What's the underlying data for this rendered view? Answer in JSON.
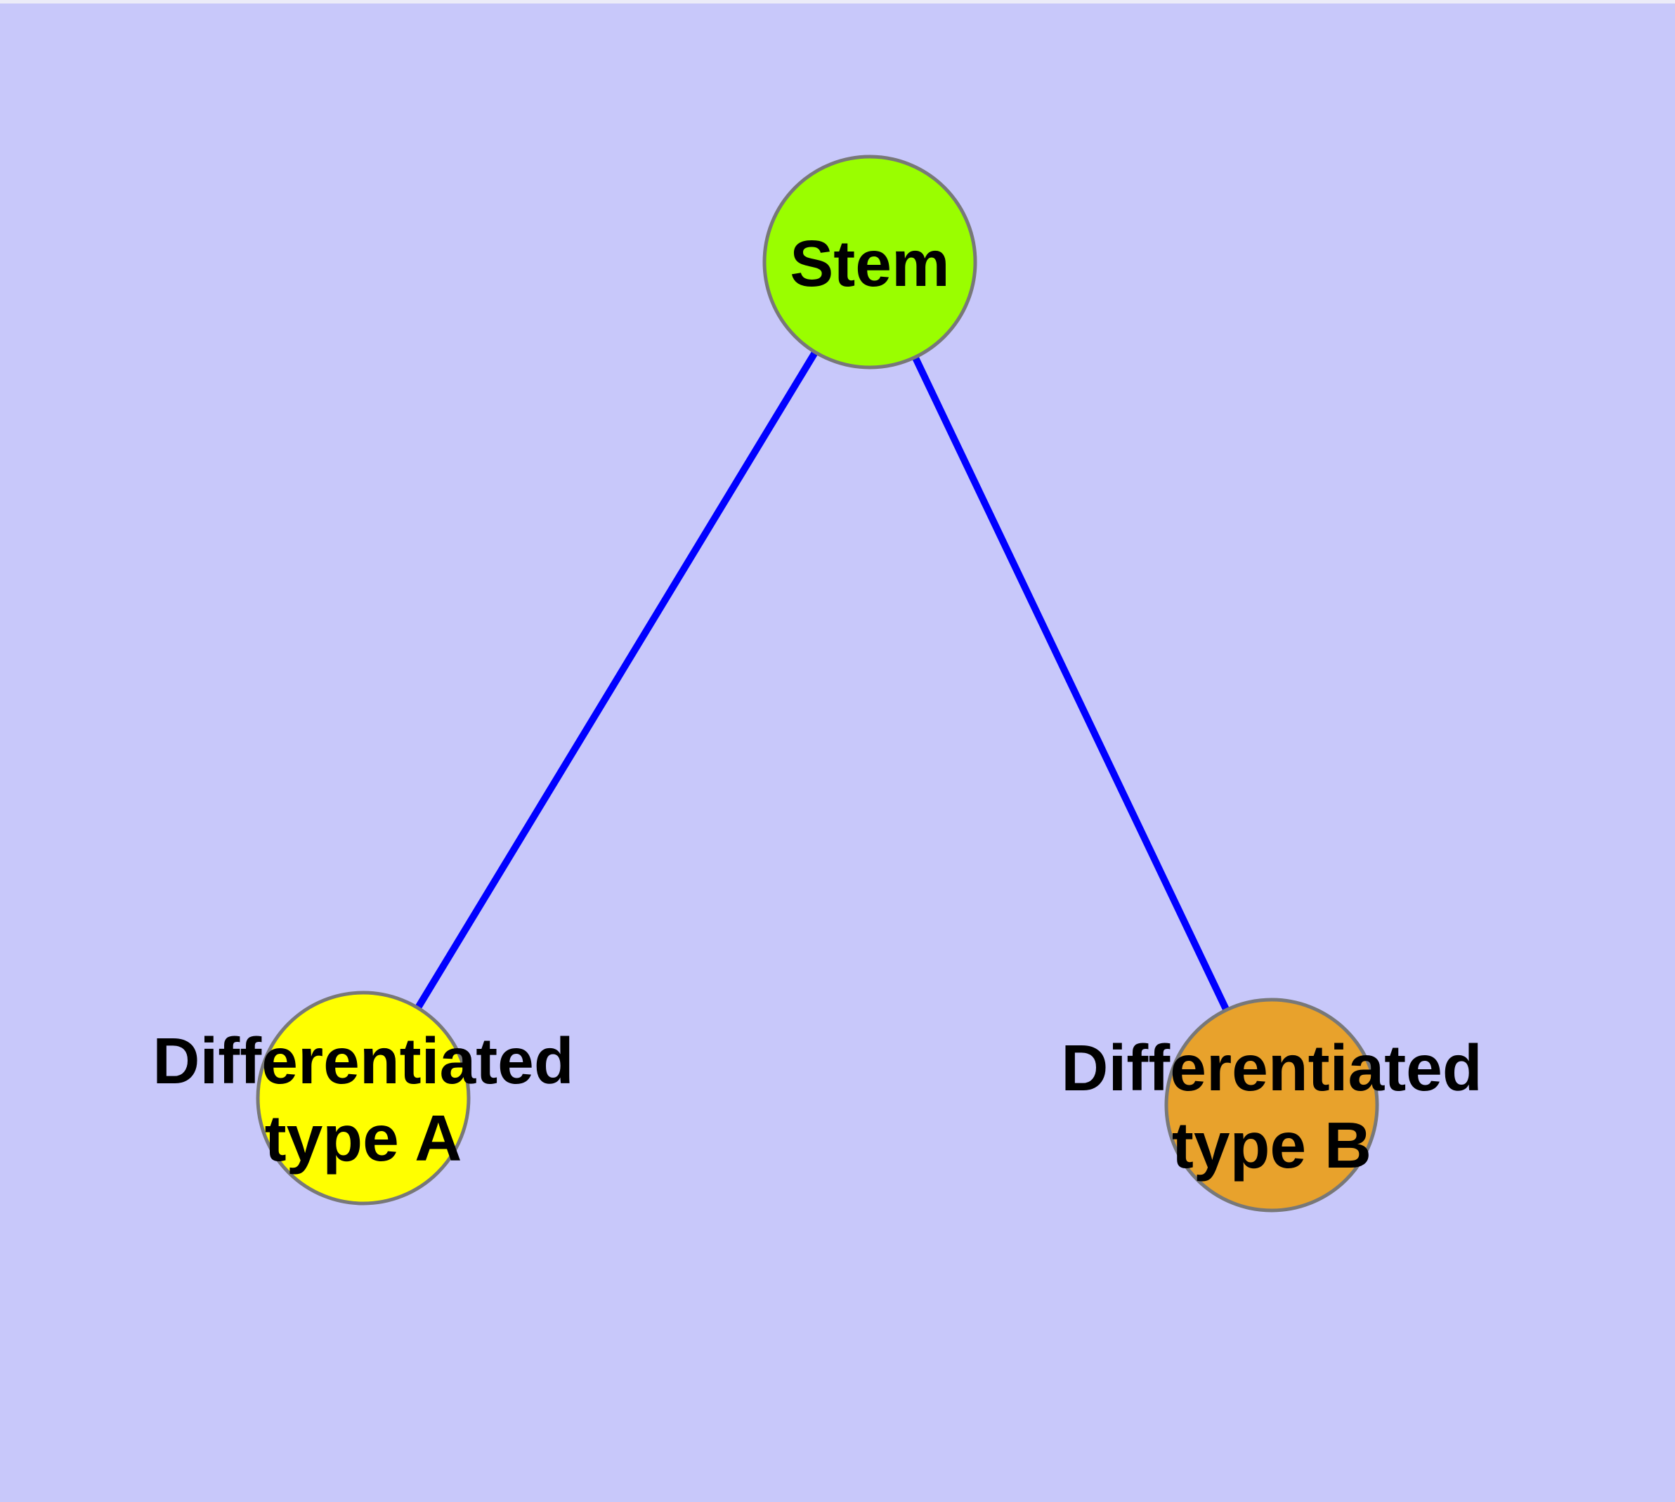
{
  "diagram": {
    "background_color": "#C8C8FA",
    "top_strip_color": "#ECECF8",
    "edge_color": "#0000FF",
    "node_border_color": "#787878",
    "label_color": "#000000",
    "nodes": [
      {
        "id": "stem",
        "fill": "#9AFE00",
        "label_line1": "Stem",
        "label_line2": ""
      },
      {
        "id": "type-a",
        "fill": "#FFFF00",
        "label_line1": "Differentiated",
        "label_line2": "type A"
      },
      {
        "id": "type-b",
        "fill": "#E8A22C",
        "label_line1": "Differentiated",
        "label_line2": "type B"
      }
    ],
    "edges": [
      {
        "from": "stem",
        "to": "type-a"
      },
      {
        "from": "stem",
        "to": "type-b"
      }
    ]
  }
}
